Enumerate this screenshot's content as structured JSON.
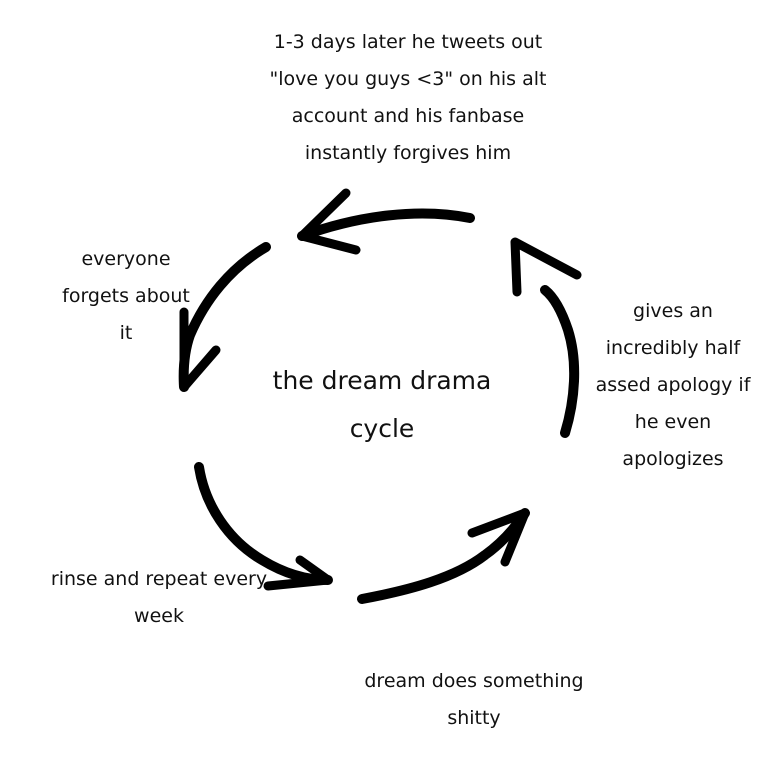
{
  "diagram": {
    "title_lines": [
      "the dream drama",
      "cycle"
    ],
    "steps": [
      {
        "id": "top",
        "lines": [
          "1-3 days later he tweets out",
          "\"love you guys <3\" on his alt",
          "account and his fanbase",
          "instantly forgives him"
        ]
      },
      {
        "id": "right",
        "lines": [
          "gives an",
          "incredibly half",
          "assed apology if",
          "he even",
          "apologizes"
        ]
      },
      {
        "id": "bottom",
        "lines": [
          "dream does something",
          "shitty"
        ]
      },
      {
        "id": "left-bottom",
        "lines": [
          "rinse and repeat every",
          "week"
        ]
      },
      {
        "id": "left-top",
        "lines": [
          "everyone",
          "forgets about",
          "it"
        ]
      }
    ],
    "arrow_color": "#000000"
  }
}
